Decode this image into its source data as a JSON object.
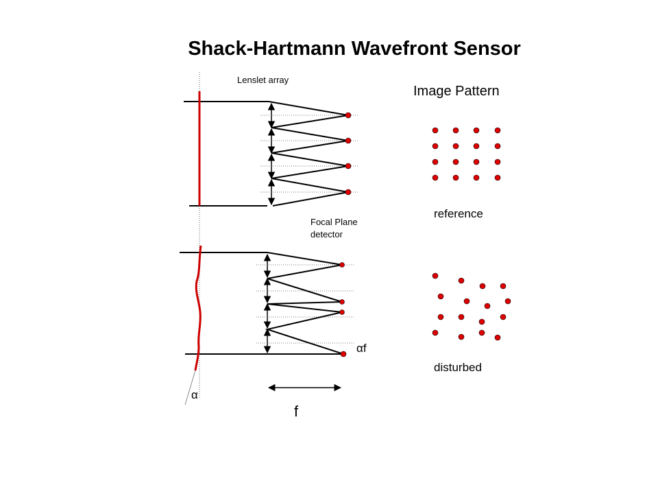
{
  "title": "Shack-Hartmann Wavefront Sensor",
  "labels": {
    "lenslet_array": "Lenslet array",
    "focal_plane_line1": "Focal Plane",
    "focal_plane_line2": "detector",
    "image_pattern": "Image Pattern",
    "reference": "reference",
    "disturbed": "disturbed",
    "alpha": "α",
    "alpha_f_symbol": "α",
    "alpha_f_letter": "f",
    "f": "f"
  },
  "colors": {
    "wavefront": "#cc0000",
    "spot": "#dd0000",
    "line": "#000000"
  }
}
